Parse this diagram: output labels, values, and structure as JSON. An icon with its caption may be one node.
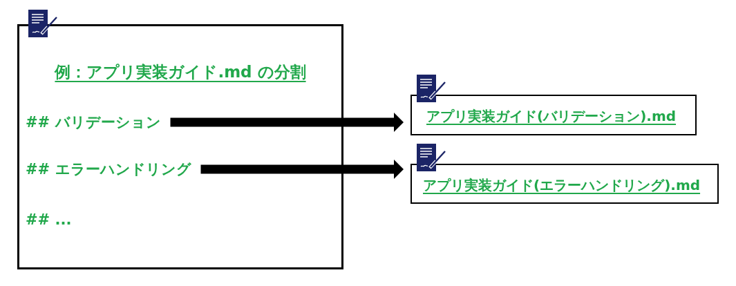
{
  "diagram": {
    "nodes": [
      {
        "text": [
          "例：アプリ実装ガイド.md の分割"
        ]
      },
      {
        "text": [
          "## バリデーション"
        ],
        "in": 0
      },
      {
        "text": [
          "## エラーハンドリング"
        ],
        "in": 0
      },
      {
        "text": [
          "アプリ実装ガイド(バリデーション).md"
        ]
      },
      {
        "text": [
          "アプリ実装ガイド(エラーハンドリング).md"
        ]
      }
    ],
    "edges": [
      {
        "from": 1,
        "to": 3,
        "arrow": "to"
      },
      {
        "from": 2,
        "to": 4,
        "arrow": "to"
      }
    ],
    "labels": [
      "## ..."
    ]
  }
}
